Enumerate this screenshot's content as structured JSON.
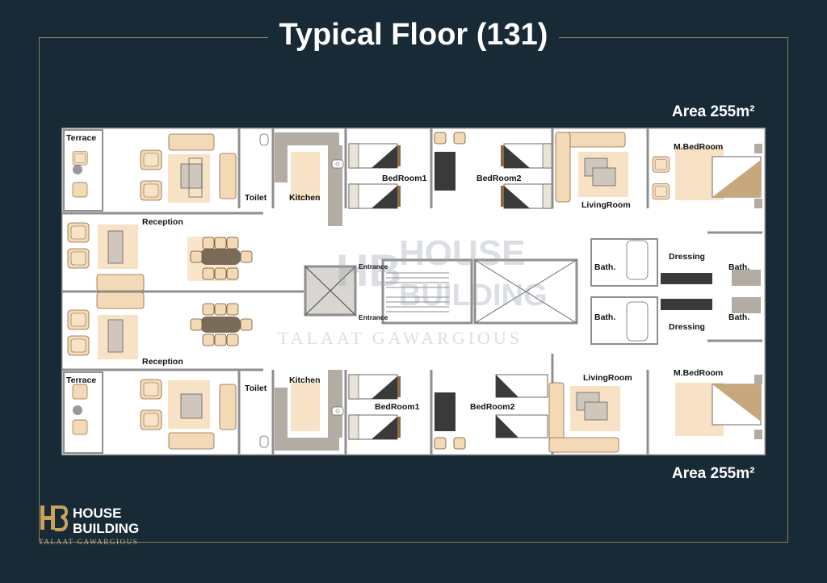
{
  "page": {
    "title": "Typical Floor (131)",
    "area_top": "Area 255m²",
    "area_bottom": "Area 255m²"
  },
  "watermark": {
    "brand_line1": "HOUSE",
    "brand_line2": "BUILDING",
    "tagline": "TALAAT GAWARGIOUS"
  },
  "rooms_top": {
    "terrace": "Terrace",
    "reception": "Reception",
    "toilet": "Toilet",
    "kitchen": "Kitchen",
    "bedroom1": "BedRoom1",
    "bedroom2": "BedRoom2",
    "living": "LivingRoom",
    "master": "M.BedRoom",
    "bath": "Bath.",
    "dressing": "Dressing",
    "bath2": "Bath.",
    "entrance": "Entrance"
  },
  "rooms_bottom": {
    "terrace": "Terrace",
    "reception": "Reception",
    "toilet": "Toilet",
    "kitchen": "Kitchen",
    "bedroom1": "BedRoom1",
    "bedroom2": "BedRoom2",
    "living": "LivingRoom",
    "master": "M.BedRoom",
    "bath": "Bath.",
    "dressing": "Dressing",
    "bath2": "Bath.",
    "entrance": "Entrance"
  },
  "logo": {
    "line1": "HOUSE",
    "line2": "BUILDING",
    "tagline": "TALAAT GAWARGIOUS"
  },
  "colors": {
    "background": "#172a36",
    "frame": "#8a7b60",
    "floor": "#ffffff",
    "wall": "#8f8f8f",
    "furniture": "#f3d9b6",
    "furniture_stroke": "#8a6a45",
    "wood": "#c8a77c",
    "accent_gold": "#c7a25a"
  }
}
